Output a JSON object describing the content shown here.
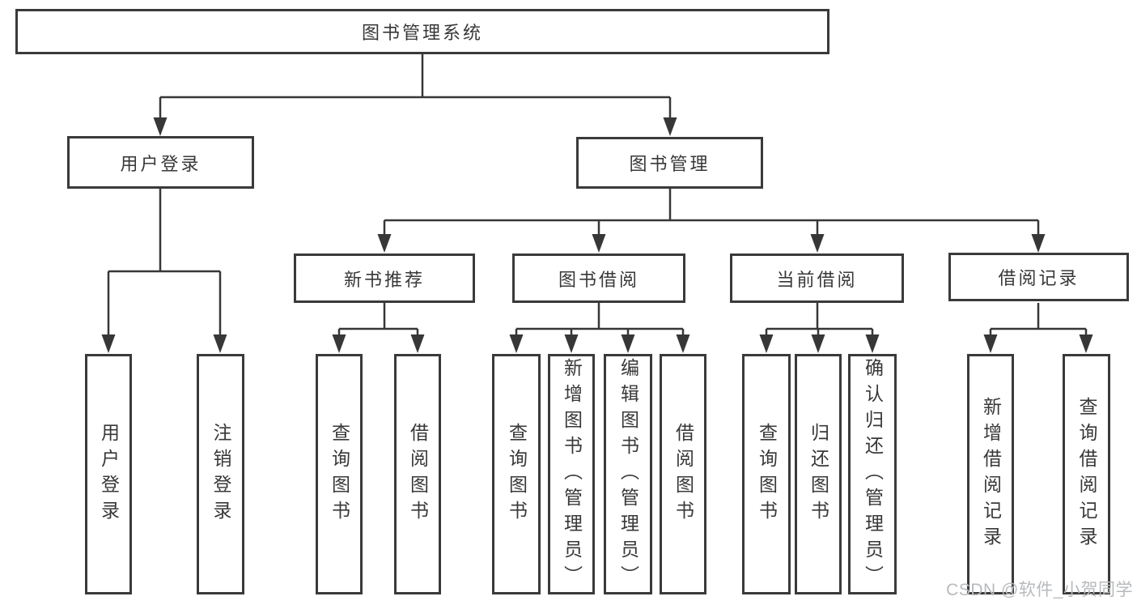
{
  "diagram_type": "functional-structure-tree",
  "tree": {
    "label": "图书管理系统",
    "children": [
      {
        "label": "用户登录",
        "children": [
          {
            "label": "用户登录"
          },
          {
            "label": "注销登录"
          }
        ]
      },
      {
        "label": "图书管理",
        "children": [
          {
            "label": "新书推荐",
            "children": [
              {
                "label": "查询图书"
              },
              {
                "label": "借阅图书"
              }
            ]
          },
          {
            "label": "图书借阅",
            "children": [
              {
                "label": "查询图书"
              },
              {
                "label": "新增图书（管理员）"
              },
              {
                "label": "编辑图书（管理员）"
              },
              {
                "label": "借阅图书"
              }
            ]
          },
          {
            "label": "当前借阅",
            "children": [
              {
                "label": "查询图书"
              },
              {
                "label": "归还图书"
              },
              {
                "label": "确认归还（管理员）"
              }
            ]
          },
          {
            "label": "借阅记录",
            "children": [
              {
                "label": "新增借阅记录"
              },
              {
                "label": "查询借阅记录"
              }
            ]
          }
        ]
      }
    ]
  },
  "watermark": {
    "text": "CSDN @软件_小贺同学"
  },
  "colors": {
    "background": "#ffffff",
    "box_border": "#3a3a3a",
    "connector_line": "#373737",
    "text": "#383838",
    "watermark": "#b7babc"
  }
}
